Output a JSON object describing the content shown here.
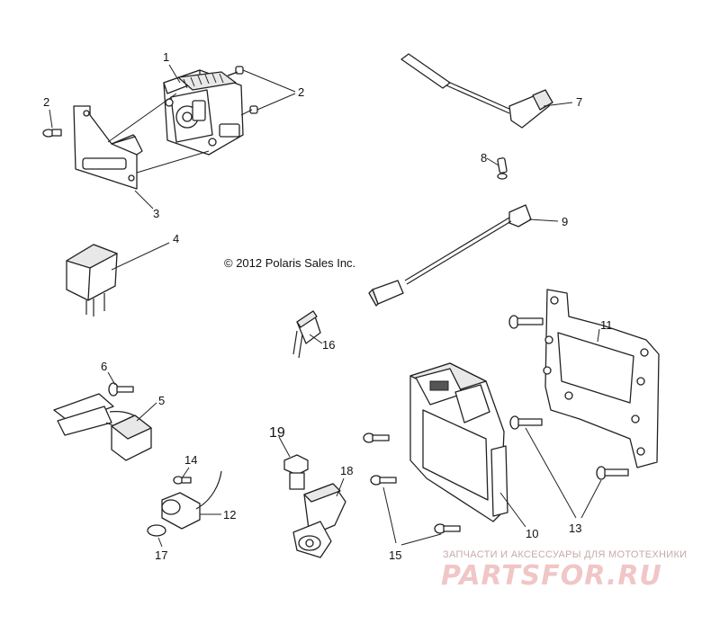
{
  "copyright": "© 2012 Polaris Sales Inc.",
  "callouts": {
    "c1": "1",
    "c2a": "2",
    "c2b": "2",
    "c3": "3",
    "c4": "4",
    "c5": "5",
    "c6": "6",
    "c7": "7",
    "c8": "8",
    "c9": "9",
    "c10": "10",
    "c11": "11",
    "c12": "12",
    "c13": "13",
    "c14": "14",
    "c15": "15",
    "c16": "16",
    "c17": "17",
    "c18": "18",
    "c19": "19"
  },
  "watermark": {
    "subtitle": "ЗАПЧАСТИ И АКСЕССУАРЫ ДЛЯ МОТОТЕХНИКИ",
    "logo": "PARTSFOR.RU"
  }
}
